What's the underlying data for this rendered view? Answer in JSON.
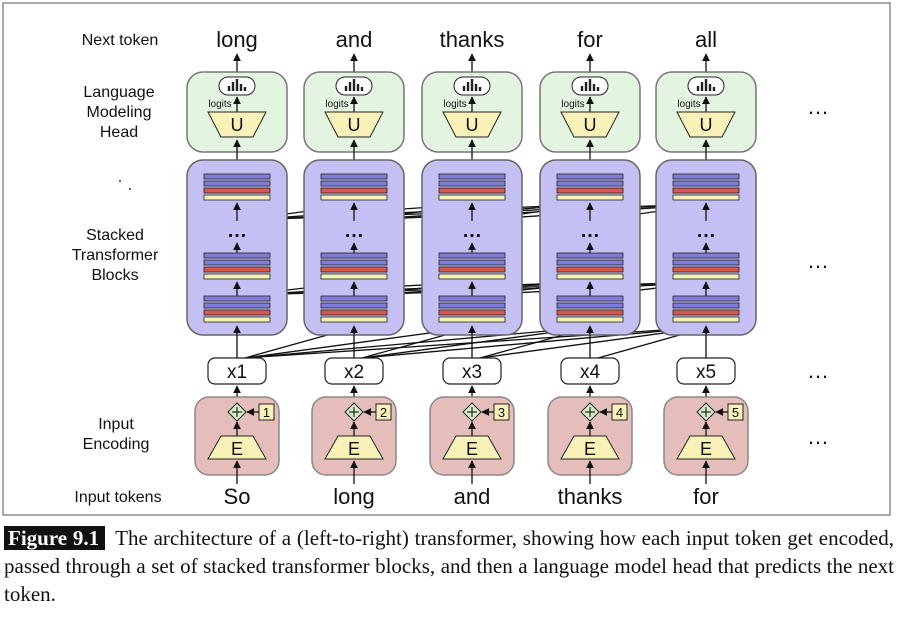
{
  "figure": {
    "labels": {
      "next_token": "Next token",
      "lm_head": [
        "Language",
        "Modeling",
        "Head"
      ],
      "stacked_blocks": [
        "Stacked",
        "Transformer",
        "Blocks"
      ],
      "input_encoding": [
        "Input",
        "Encoding"
      ],
      "input_tokens": "Input tokens"
    },
    "columns": [
      {
        "input": "So",
        "position": "1",
        "x": "x1",
        "next": "long"
      },
      {
        "input": "long",
        "position": "2",
        "x": "x2",
        "next": "and"
      },
      {
        "input": "and",
        "position": "3",
        "x": "x3",
        "next": "thanks"
      },
      {
        "input": "thanks",
        "position": "4",
        "x": "x4",
        "next": "for"
      },
      {
        "input": "for",
        "position": "5",
        "x": "x5",
        "next": "all"
      }
    ],
    "unembed_label": "U",
    "embed_label": "E",
    "logits_label": "logits",
    "ellipsis": "…",
    "colors": {
      "lm_head_fill": "#e3f5e1",
      "block_fill": "#c4c0f4",
      "encoding_fill": "#e5bebb",
      "trapezoid_fill": "#f8f2b8",
      "layer_blue": "#7f7dd6",
      "layer_red": "#d9574e",
      "layer_yellow": "#f6f1b4"
    }
  },
  "caption": {
    "tag": "Figure 9.1",
    "text": "The architecture of a (left-to-right) transformer, showing how each input token get encoded, passed through a set of stacked transformer blocks, and then a language model head that predicts the next token."
  }
}
